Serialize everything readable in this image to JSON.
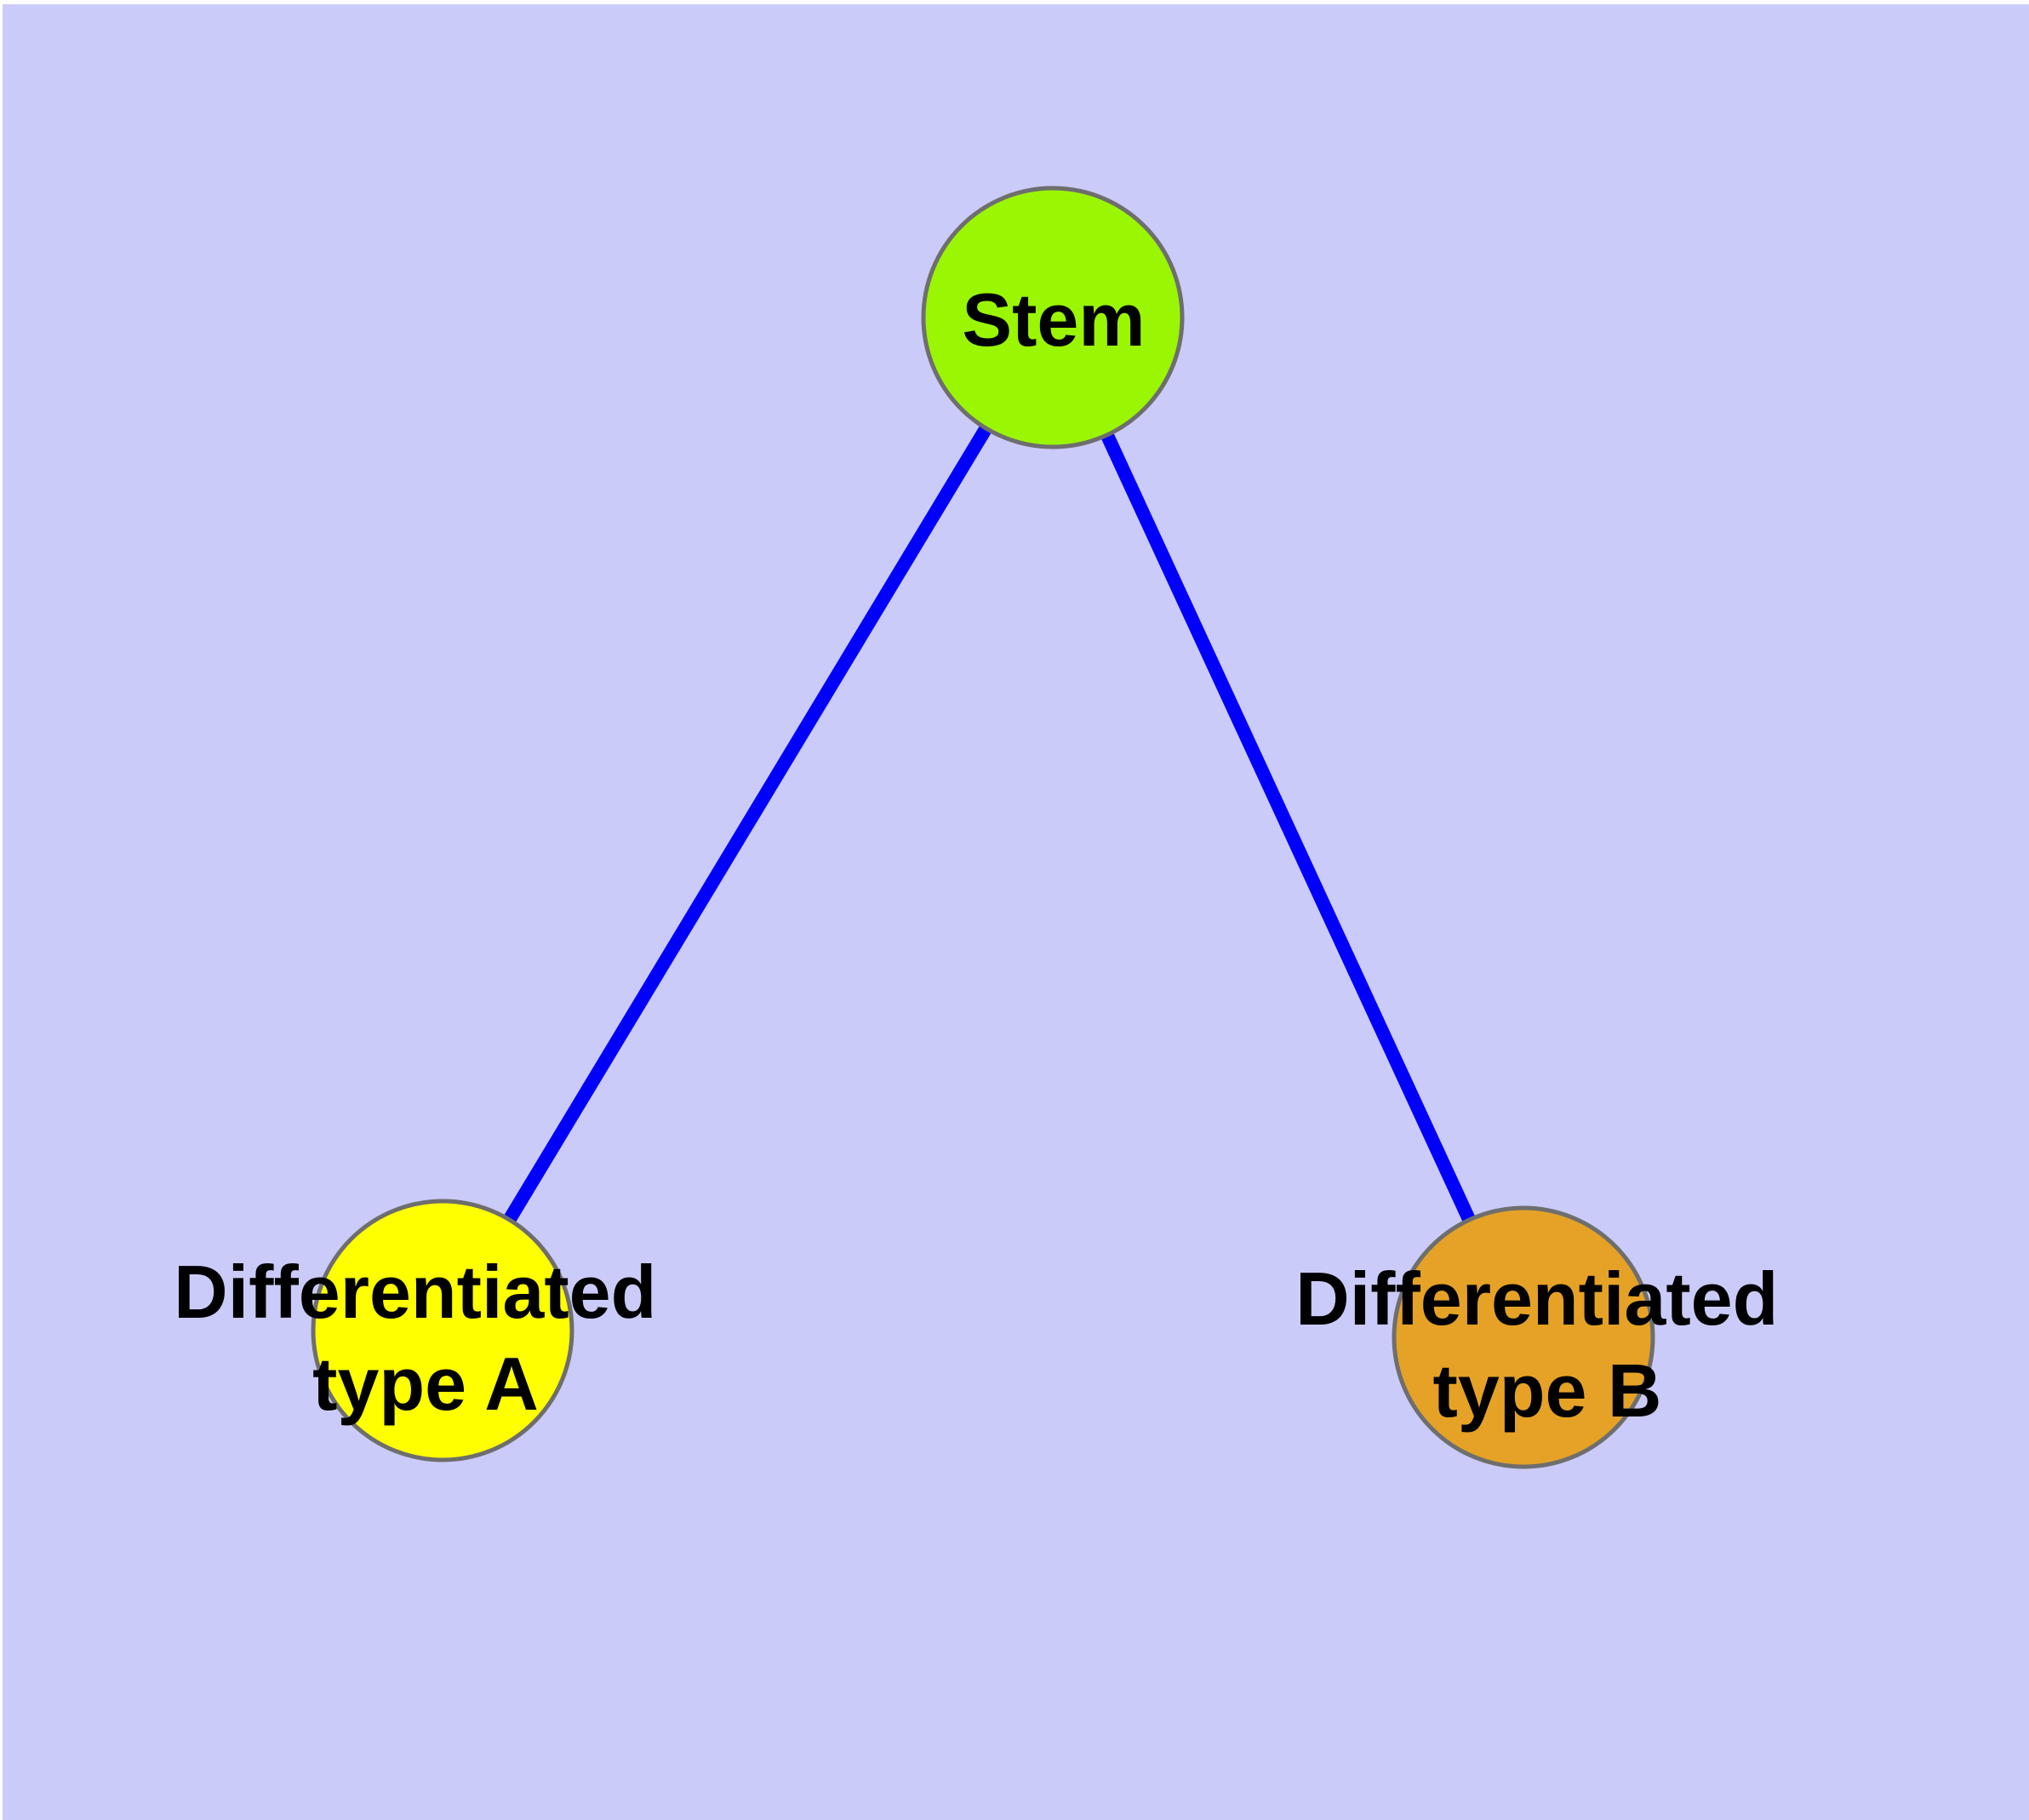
{
  "diagram": {
    "type": "graph",
    "background_color": "#cbcbf9",
    "page_margin_color": "#ffffff",
    "edge_color": "#0000fb",
    "node_border_color": "#6e6e6e",
    "label_color": "#000000",
    "nodes": [
      {
        "id": "stem",
        "label": "Stem",
        "fill": "#9af602"
      },
      {
        "id": "differentiated-type-a",
        "label_line1": "Differentiated",
        "label_line2": "type A",
        "fill": "#ffff00"
      },
      {
        "id": "differentiated-type-b",
        "label_line1": "Differentiated",
        "label_line2": "type B",
        "fill": "#e5a226"
      }
    ],
    "edges": [
      {
        "from": "Stem",
        "to": "Differentiated type A"
      },
      {
        "from": "Stem",
        "to": "Differentiated type B"
      }
    ]
  }
}
